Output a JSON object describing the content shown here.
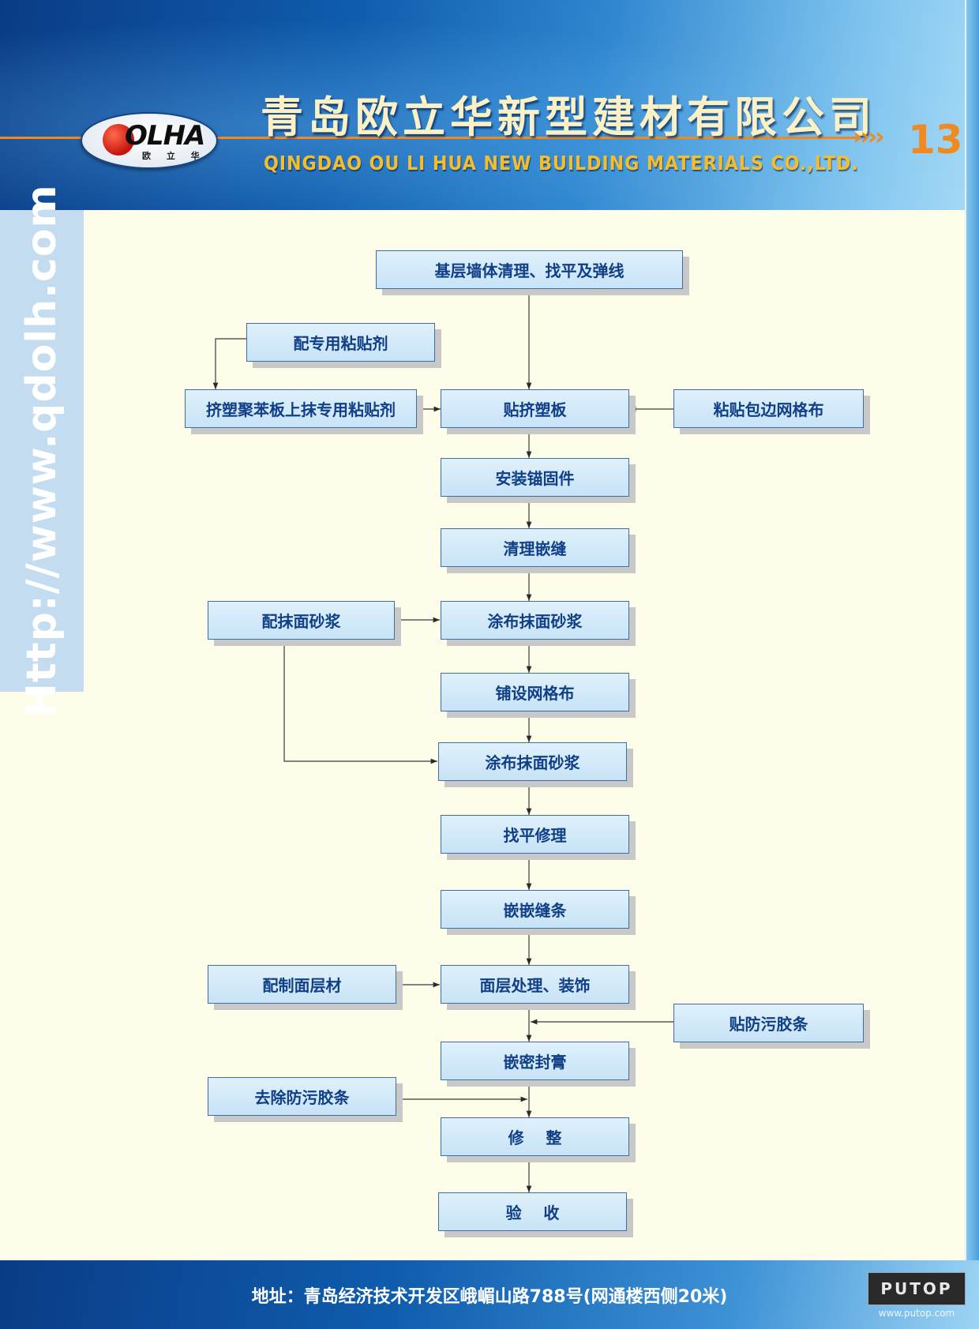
{
  "header": {
    "company_cn": "青岛欧立华新型建材有限公司",
    "company_en": "QINGDAO OU LI HUA NEW BUILDING MATERIALS CO.,LTD.",
    "chevrons": "››››",
    "page_number": "13",
    "logo_text": "OLHA",
    "logo_subtext": "欧 立 华"
  },
  "sidebar": {
    "url": "Http://www.qdolh.com"
  },
  "flow": {
    "steps": [
      "基层墙体清理、找平及弹线",
      "贴挤塑板",
      "安装锚固件",
      "清理嵌缝",
      "涂布抹面砂浆",
      "铺设网格布",
      "涂布抹面砂浆",
      "找平修理",
      "嵌嵌缝条",
      "面层处理、装饰",
      "嵌密封膏",
      "修    整",
      "验    收"
    ],
    "side": [
      "配专用粘贴剂",
      "挤塑聚苯板上抹专用粘贴剂",
      "粘贴包边网格布",
      "配抹面砂浆",
      "配制面层材",
      "贴防污胶条",
      "去除防污胶条"
    ]
  },
  "footer": {
    "address": "地址：青岛经济技术开发区峨嵋山路788号(网通楼西侧20米)",
    "badge": "PUTOP",
    "url": "www.putop.com"
  },
  "colors": {
    "box_fill": "#d5e9f8",
    "box_border": "#3d6da3",
    "text": "#103f87",
    "accent": "#f08a1e"
  }
}
